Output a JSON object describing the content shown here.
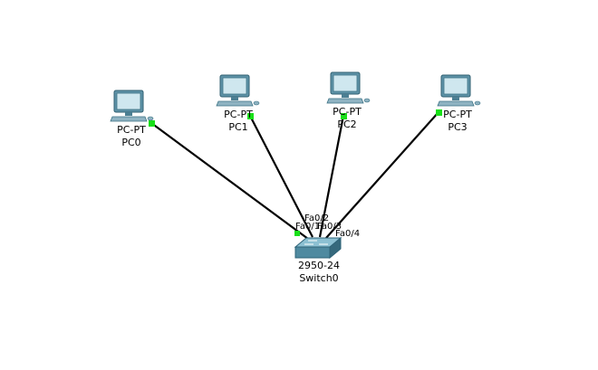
{
  "colors": {
    "background": "#ffffff",
    "link": "#000000",
    "link_status": "#18e018",
    "device_body": "#5f93a8",
    "device_screen": "#cfe7ef"
  },
  "devices": {
    "pc0": {
      "model": "PC-PT",
      "name": "PC0",
      "icon": "pc-icon"
    },
    "pc1": {
      "model": "PC-PT",
      "name": "PC1",
      "icon": "pc-icon"
    },
    "pc2": {
      "model": "PC-PT",
      "name": "PC2",
      "icon": "pc-icon"
    },
    "pc3": {
      "model": "PC-PT",
      "name": "PC3",
      "icon": "pc-icon"
    },
    "switch0": {
      "model": "2950-24",
      "name": "Switch0",
      "icon": "switch-icon"
    }
  },
  "links": [
    {
      "from": "PC0",
      "to": "Switch0",
      "switch_port": "Fa0/1"
    },
    {
      "from": "PC1",
      "to": "Switch0",
      "switch_port": "Fa0/2"
    },
    {
      "from": "PC2",
      "to": "Switch0",
      "switch_port": "Fa0/3"
    },
    {
      "from": "PC3",
      "to": "Switch0",
      "switch_port": "Fa0/4"
    }
  ]
}
